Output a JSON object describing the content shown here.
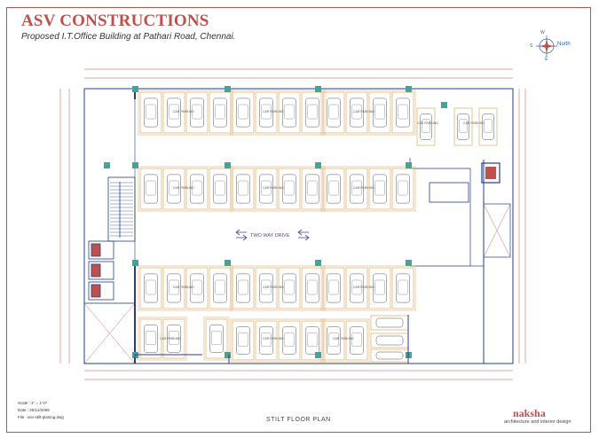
{
  "header": {
    "title": "ASV CONSTRUCTIONS",
    "subtitle": "Proposed I.T.Office Building at Pathari Road, Chennai."
  },
  "compass": {
    "north_label": "North",
    "w": "W",
    "s": "S",
    "e": "E"
  },
  "plan": {
    "drive_label": "TWO WAY DRIVE",
    "title": "STILT FLOOR PLAN",
    "car_label": "CAR PARKING"
  },
  "meta": {
    "scale": "Scale : 1\" = 1'-0\"",
    "date": "Date : 20/12/2008",
    "file": "File : asv-stilt-planing.dwg"
  },
  "brand": {
    "name": "naksha",
    "tagline": "architecture and interior design"
  },
  "colors": {
    "wall": "#1f3f8f",
    "parking": "#d8a050",
    "accent": "#c0504d",
    "column": "#3aa89a",
    "dimension": "#c0504d"
  }
}
